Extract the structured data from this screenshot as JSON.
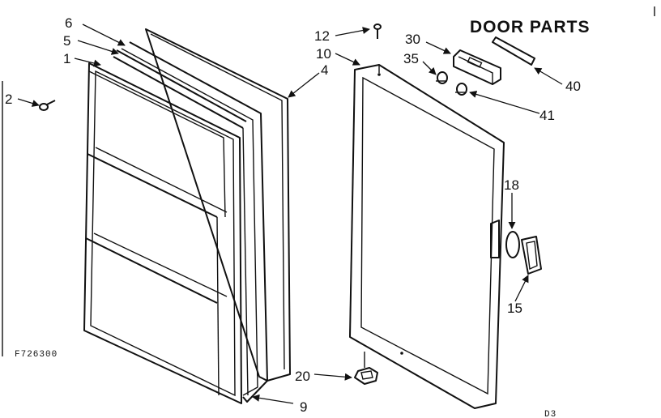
{
  "title": "DOOR PARTS",
  "figure_code": "F726300",
  "corner_code": "D3",
  "callouts": {
    "p1": "1",
    "p2": "2",
    "p4": "4",
    "p5": "5",
    "p6": "6",
    "p9": "9",
    "p10": "10",
    "p12": "12",
    "p15": "15",
    "p18": "18",
    "p20": "20",
    "p30": "30",
    "p35": "35",
    "p40": "40",
    "p41": "41"
  }
}
